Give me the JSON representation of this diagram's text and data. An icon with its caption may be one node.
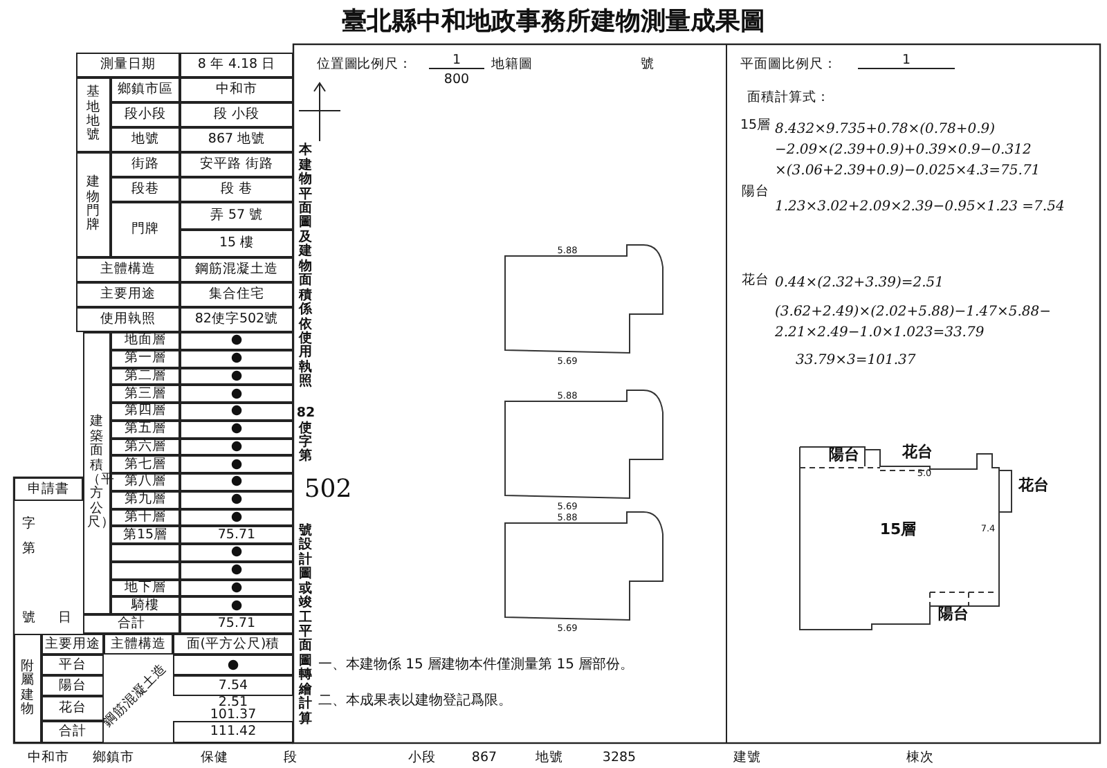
{
  "diagram": {
    "title": "臺北縣中和地政事務所建物測量成果圖",
    "labels": [
      "測量日期",
      "8 年 4.18 日",
      "基地地號",
      "鄉鎮市區",
      "中和市",
      "段小段",
      "段 小段",
      "地號",
      "867 地號",
      "建物門牌",
      "街路",
      "安平路 街路",
      "段巷",
      "段 巷",
      "門牌",
      "弄 57 號",
      "15 樓",
      "主體構造",
      "鋼筋混凝土造",
      "主要用途",
      "集合住宅",
      "使用執照",
      "82使字502號",
      "建築面積（平方公尺）",
      "地面層",
      "●",
      "第一層",
      "●",
      "第二層",
      "●",
      "第三層",
      "●",
      "第四層",
      "●",
      "第五層",
      "●",
      "第六層",
      "●",
      "第七層",
      "●",
      "第八層",
      "●",
      "第九層",
      "●",
      "第十層",
      "●",
      "第15層",
      "75.71",
      "●",
      "●",
      "地下層",
      "●",
      "騎樓",
      "●",
      "合計",
      "75.71",
      "申請書",
      "字",
      "第",
      "號",
      "日",
      "附屬建物",
      "主要用途",
      "主體構造",
      "面(平方公尺)積",
      "平台",
      "●",
      "陽台",
      "7.54",
      "花台",
      "2.51",
      "101.37",
      "合計",
      "111.42",
      "鋼筋混凝土造",
      "本建物平面圖及建物面積係依使用執照",
      "82使字第",
      "502",
      "號設計圖或竣工平面圖轉繪計算",
      "位置圖",
      "比例尺：",
      "1",
      "800",
      "地籍圖",
      "號",
      "5.88",
      "5.69",
      "5.88",
      "5.69",
      "5.88",
      "5.69",
      "一、本建物係 15 層建物本件僅測量第 15 層部份。",
      "二、本成果表以建物登記爲限。",
      "平面圖比例尺：",
      "1",
      "面積計算式：",
      "15層",
      "8.432×9.735+0.78×(0.78+0.9) −2.09×(2.39+0.9)+0.39×0.9−0.312 ×(3.06+2.39+0.9)−0.025×4.3=75.71",
      "陽台",
      "1.23×3.02+2.09×2.39−0.95×1.23 =7.54",
      "花台",
      "0.44×(2.32+3.39)=2.51",
      "(3.62+2.49)×(2.02+5.88)−1.47×5.88− 2.21×2.49−1.0×1.023=33.79",
      "33.79×3=101.37",
      "陽台",
      "花台",
      "花台",
      "15層",
      "陽台",
      "5.0",
      "7.4",
      "中和市",
      "鄉鎮市",
      "保健",
      "段",
      "小段",
      "867",
      "地號",
      "3285",
      "建號",
      "棟次"
    ]
  }
}
